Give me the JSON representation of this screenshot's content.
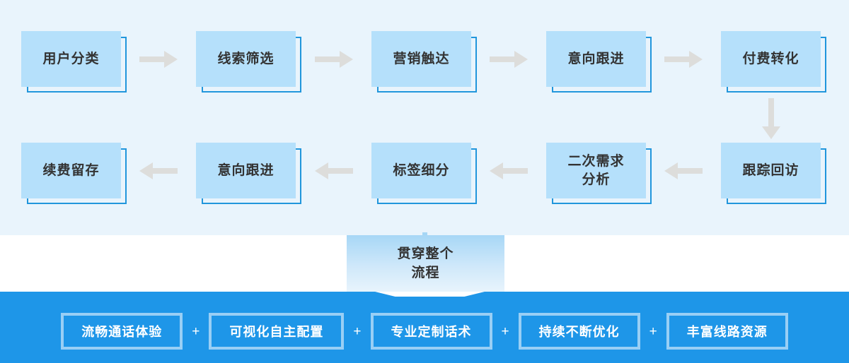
{
  "colors": {
    "section_top_bg": "#e9f4fc",
    "band_bg": "#ffffff",
    "bar_bg": "#1e96e8",
    "box_fill": "#b5e0fb",
    "box_outline": "#2196dc",
    "arrow": "#dddddb",
    "text_dark": "#333333",
    "feature_border": "rgba(255,255,255,0.55)",
    "connector_gradient_top": "#a7d7f6",
    "connector_gradient_bottom": "#e8f4fc"
  },
  "flow": {
    "rows": [
      {
        "direction": "right",
        "boxes": [
          {
            "lines": [
              "用户分类"
            ]
          },
          {
            "lines": [
              "线索筛选"
            ]
          },
          {
            "lines": [
              "营销触达"
            ]
          },
          {
            "lines": [
              "意向跟进"
            ]
          },
          {
            "lines": [
              "付费转化"
            ]
          }
        ]
      },
      {
        "direction": "left",
        "boxes": [
          {
            "lines": [
              "续费留存"
            ]
          },
          {
            "lines": [
              "意向跟进"
            ]
          },
          {
            "lines": [
              "标签细分"
            ]
          },
          {
            "lines": [
              "二次需求",
              "分析"
            ]
          },
          {
            "lines": [
              "跟踪回访"
            ]
          }
        ]
      }
    ]
  },
  "connector": {
    "line1": "贯穿整个",
    "line2": "流程"
  },
  "bottom_bar": {
    "separator": "+",
    "features": [
      {
        "label": "流畅通话体验"
      },
      {
        "label": "可视化自主配置"
      },
      {
        "label": "专业定制话术"
      },
      {
        "label": "持续不断优化"
      },
      {
        "label": "丰富线路资源"
      }
    ]
  }
}
